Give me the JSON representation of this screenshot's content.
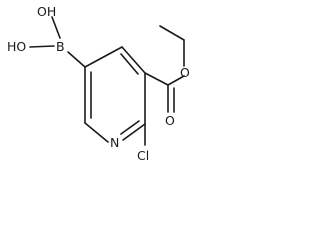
{
  "molecule": {
    "atoms": {
      "oh_upper": "OH",
      "oh_left": "HO",
      "boron": "B",
      "carbonyl_o": "O",
      "ester_o": "O",
      "nitrogen": "N",
      "chlorine": "Cl"
    }
  }
}
